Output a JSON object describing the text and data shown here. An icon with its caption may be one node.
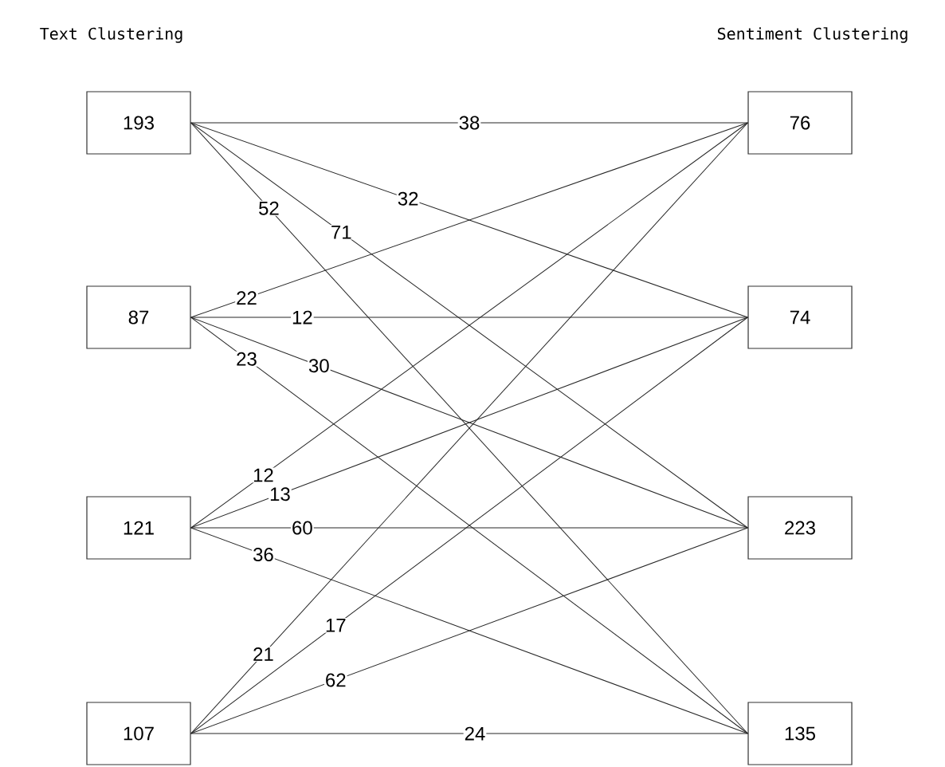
{
  "diagram": {
    "nodes": [
      {
        "text": [
          "193"
        ]
      },
      {
        "text": [
          "87"
        ]
      },
      {
        "text": [
          "121"
        ]
      },
      {
        "text": [
          "107"
        ]
      },
      {
        "text": [
          "76"
        ]
      },
      {
        "text": [
          "74"
        ]
      },
      {
        "text": [
          "223"
        ]
      },
      {
        "text": [
          "135"
        ]
      }
    ],
    "edges": [
      {
        "from": 0,
        "to": 4,
        "arrow": "none",
        "label": "38"
      },
      {
        "from": 0,
        "to": 5,
        "arrow": "none",
        "label": "32"
      },
      {
        "from": 0,
        "to": 6,
        "arrow": "none",
        "label": "71"
      },
      {
        "from": 0,
        "to": 7,
        "arrow": "none",
        "label": "52"
      },
      {
        "from": 1,
        "to": 4,
        "arrow": "none",
        "label": "22"
      },
      {
        "from": 1,
        "to": 5,
        "arrow": "none",
        "label": "12"
      },
      {
        "from": 1,
        "to": 6,
        "arrow": "none",
        "label": "30"
      },
      {
        "from": 1,
        "to": 7,
        "arrow": "none",
        "label": "23"
      },
      {
        "from": 2,
        "to": 4,
        "arrow": "none",
        "label": "12"
      },
      {
        "from": 2,
        "to": 5,
        "arrow": "none",
        "label": "13"
      },
      {
        "from": 2,
        "to": 6,
        "arrow": "none",
        "label": "60"
      },
      {
        "from": 2,
        "to": 7,
        "arrow": "none",
        "label": "36"
      },
      {
        "from": 3,
        "to": 4,
        "arrow": "none",
        "label": "21"
      },
      {
        "from": 3,
        "to": 5,
        "arrow": "none",
        "label": "17"
      },
      {
        "from": 3,
        "to": 6,
        "arrow": "none",
        "label": "62"
      },
      {
        "from": 3,
        "to": 7,
        "arrow": "none",
        "label": "24"
      }
    ],
    "labels": [
      "Text Clustering",
      "Sentiment Clustering"
    ]
  }
}
